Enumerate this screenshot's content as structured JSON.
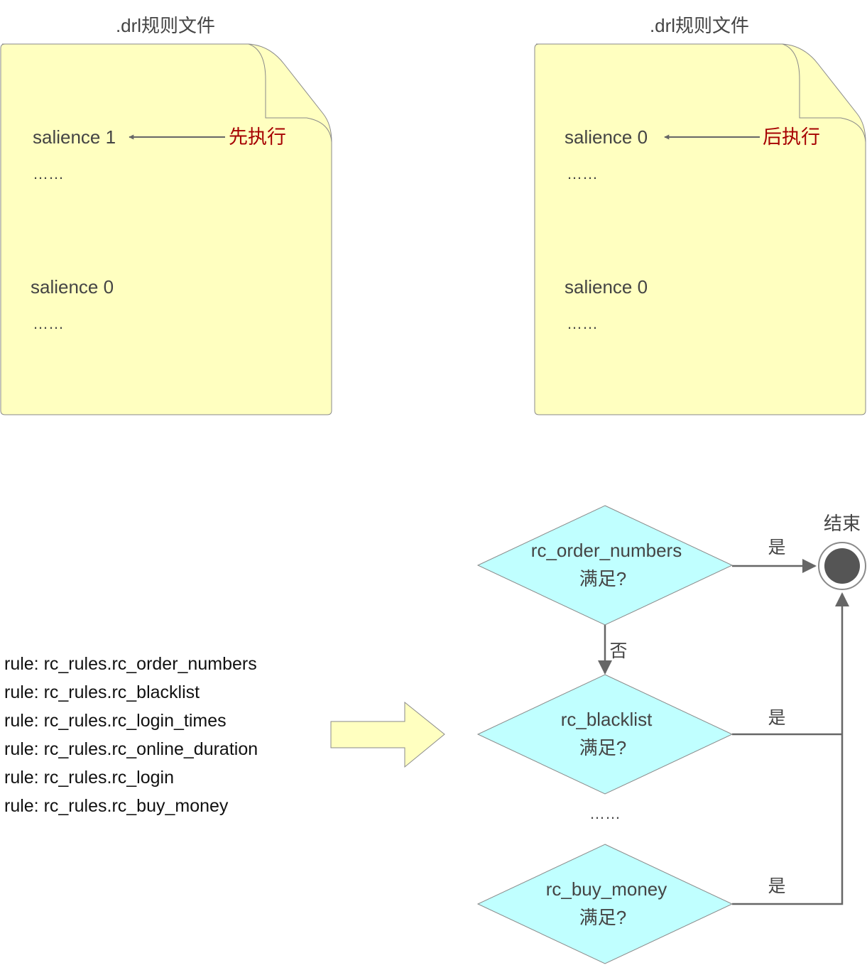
{
  "files": [
    {
      "title": ".drl规则文件",
      "line1": "salience 1",
      "annotation": "先执行",
      "dots1": "……",
      "line2": "salience 0",
      "dots2": "……"
    },
    {
      "title": ".drl规则文件",
      "line1": "salience 0",
      "annotation": "后执行",
      "dots1": "……",
      "line2": "salience 0",
      "dots2": "……"
    }
  ],
  "rules": [
    "rule: rc_rules.rc_order_numbers",
    "rule: rc_rules.rc_blacklist",
    "rule: rc_rules.rc_login_times",
    "rule: rc_rules.rc_online_duration",
    "rule: rc_rules.rc_login",
    "rule: rc_rules.rc_buy_money"
  ],
  "flow": {
    "end_label": "结束",
    "decisions": [
      {
        "name": "rc_order_numbers",
        "question": "满足?",
        "yes": "是"
      },
      {
        "name": "rc_blacklist",
        "question": "满足?",
        "yes": "是"
      },
      {
        "name": "rc_buy_money",
        "question": "满足?",
        "yes": "是"
      }
    ],
    "no_label": "否",
    "ellipsis": "……"
  },
  "colors": {
    "file_fill": "#ffffc0",
    "decision_fill": "#c0ffff",
    "arrow_fill": "#ffffc0",
    "line": "#666666",
    "annotation": "#a60000"
  }
}
